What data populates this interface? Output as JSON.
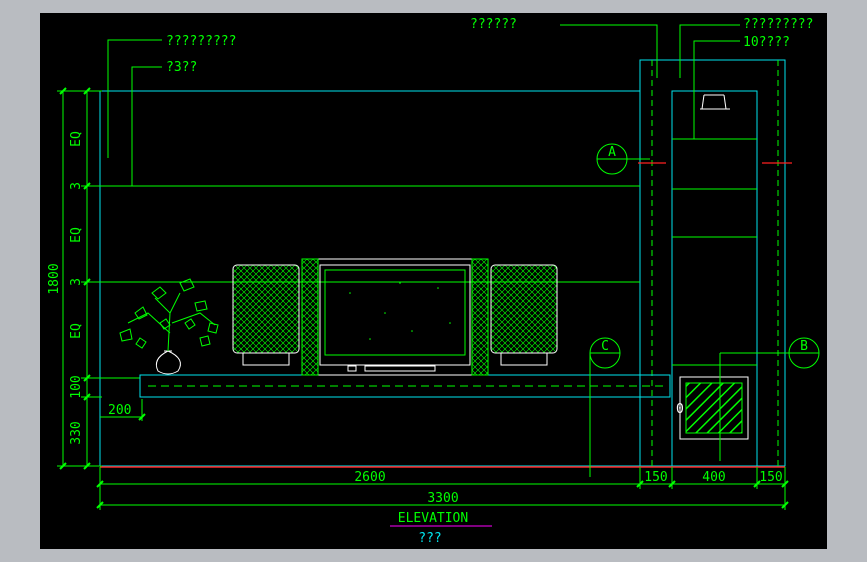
{
  "colors": {
    "background": "#000000",
    "frame": "#b9bcc1",
    "cyan": "#00e5ee",
    "green": "#00ff00",
    "red": "#ff2020",
    "magenta": "#ff00ff",
    "white": "#ffffff"
  },
  "labels": {
    "top_left_1": "?????????",
    "top_left_2": "?3??",
    "top_right_1": "??????",
    "top_right_2": "?????????",
    "top_right_3": "10????"
  },
  "dims_vertical": [
    "EQ",
    "3",
    "EQ",
    "3",
    "EQ",
    "100",
    "330"
  ],
  "dim_total_height": "1800",
  "dims_horizontal": {
    "d200": "200",
    "d2600": "2600",
    "d3300": "3300",
    "d150a": "150",
    "d400": "400",
    "d150b": "150"
  },
  "section_markers": {
    "a": "A",
    "b": "B",
    "c": "C"
  },
  "small_label": "0",
  "title": "ELEVATION",
  "subtitle": "???"
}
